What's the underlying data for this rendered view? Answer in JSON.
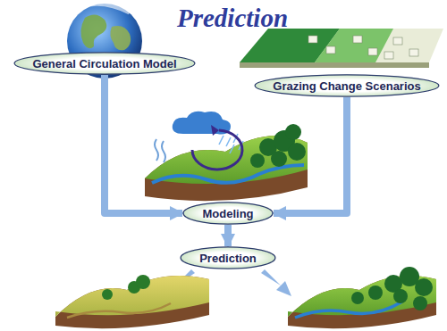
{
  "diagram": {
    "title": "Prediction",
    "nodes": [
      {
        "text": [
          "General Circulation Model"
        ]
      },
      {
        "text": [
          "Grazing Change Scenarios"
        ]
      },
      {
        "text": [
          "Modeling"
        ]
      },
      {
        "text": [
          "Prediction"
        ]
      }
    ],
    "edges": [
      {
        "from": 0,
        "to": 2,
        "arrow": "to"
      },
      {
        "from": 1,
        "to": 2,
        "arrow": "to"
      },
      {
        "from": 2,
        "to": 3,
        "arrow": "to"
      }
    ]
  }
}
